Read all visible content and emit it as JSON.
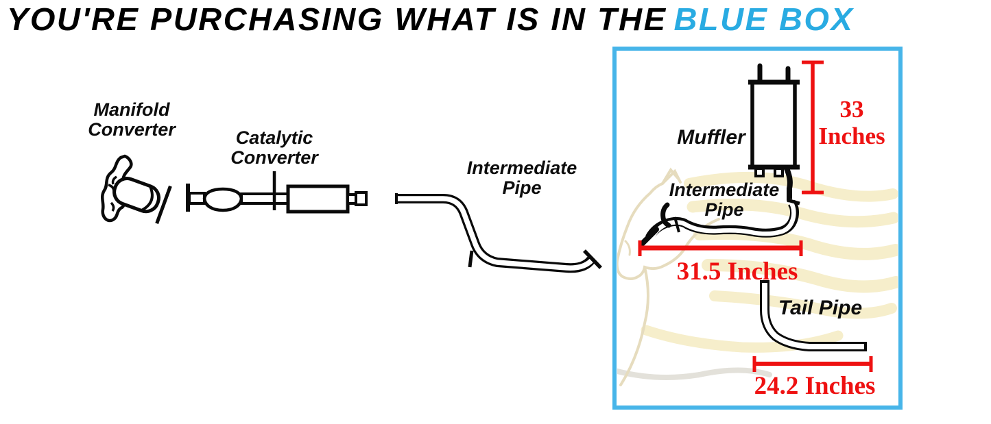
{
  "title": {
    "text_black": "YOU'RE PURCHASING WHAT IS IN THE",
    "text_blue": "BLUE BOX"
  },
  "colors": {
    "title_blue": "#29ABE2",
    "box_border": "#47B5E9",
    "dimension_red": "#EE1111",
    "line_art": "#0a0a0a",
    "watermark_mane": "#F6EECB",
    "watermark_outline": "#E6DCBE"
  },
  "parts_outside_box": [
    {
      "id": "manifold-converter",
      "label": [
        "Manifold",
        "Converter"
      ]
    },
    {
      "id": "catalytic-converter",
      "label": [
        "Catalytic",
        "Converter"
      ]
    },
    {
      "id": "intermediate-pipe",
      "label": [
        "Intermediate",
        "Pipe"
      ]
    }
  ],
  "blue_box": {
    "parts": [
      {
        "id": "muffler",
        "label": "Muffler",
        "dimension_value": "33",
        "dimension_unit": "Inches"
      },
      {
        "id": "intermediate-pipe-2",
        "label": [
          "Intermediate",
          "Pipe"
        ],
        "dimension": "31.5 Inches"
      },
      {
        "id": "tail-pipe",
        "label": "Tail Pipe",
        "dimension": "24.2 Inches"
      }
    ]
  }
}
